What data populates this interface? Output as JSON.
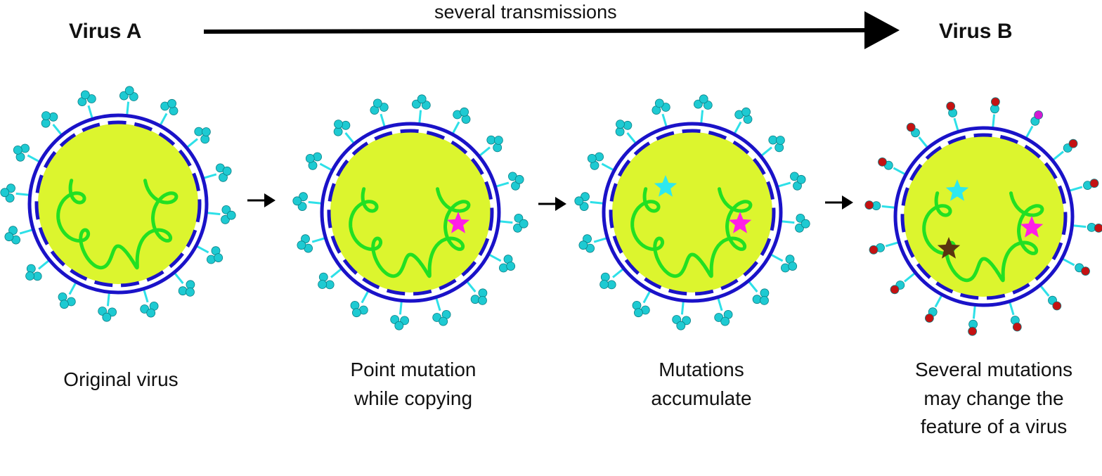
{
  "header": {
    "left_label": "Virus A",
    "right_label": "Virus B",
    "arrow_text": "several transmissions"
  },
  "viruses": [
    {
      "caption": "Original virus",
      "mutations": [],
      "tips": "plain"
    },
    {
      "caption": "Point mutation\nwhile copying",
      "mutations": [
        "magenta"
      ],
      "tips": "plain"
    },
    {
      "caption": "Mutations\naccumulate",
      "mutations": [
        "cyan",
        "magenta"
      ],
      "tips": "plain"
    },
    {
      "caption": "Several mutations\nmay change the\nfeature of a virus",
      "mutations": [
        "cyan",
        "magenta",
        "brown"
      ],
      "tips": "changed"
    }
  ],
  "colors": {
    "envelope": "#1a12c8",
    "capsid_dash": "#1a12c8",
    "core": "#dcf52e",
    "rna": "#22e022",
    "spike": "#2ee0e8",
    "spike_ball": "#1ecad2",
    "spike_ball_changed": "#c41212",
    "spike_ball_magenta": "#d21ad2",
    "star_magenta": "#ff1ee6",
    "star_cyan": "#2ee8f0",
    "star_brown": "#5a3410",
    "arrow": "#000000"
  }
}
